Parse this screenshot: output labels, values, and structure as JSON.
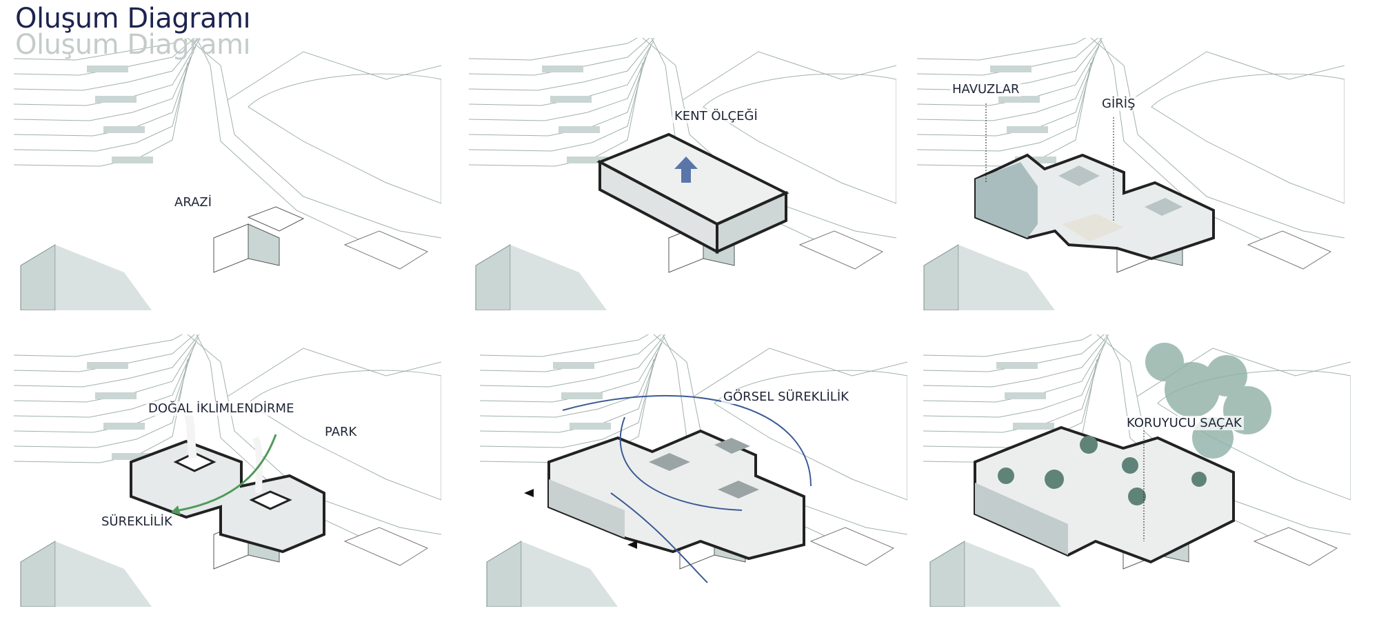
{
  "title": "Oluşum Diagramı",
  "panels": [
    {
      "id": "arazi",
      "labels": [
        "ARAZİ"
      ]
    },
    {
      "id": "kent-olcegi",
      "labels": [
        "KENT ÖLÇEĞİ"
      ]
    },
    {
      "id": "havuzlar-giris",
      "labels": [
        "HAVUZLAR",
        "GİRİŞ"
      ]
    },
    {
      "id": "dogal-iklimlendirme",
      "labels": [
        "DOĞAL İKLİMLENDİRME",
        "PARK",
        "SÜREKLİLİK"
      ]
    },
    {
      "id": "gorsel-sureklilik",
      "labels": [
        "GÖRSEL SÜREKLİLİK"
      ]
    },
    {
      "id": "koruyucu-sacak",
      "labels": [
        "KORUYUCU SAÇAK"
      ]
    }
  ],
  "colors": {
    "title": "#1c2450",
    "terrain": "#c9d6d3",
    "outline": "#222222",
    "arrow_blue": "#3b5a94",
    "arrow_green": "#4f9a5a",
    "tree": "#6f9488"
  }
}
